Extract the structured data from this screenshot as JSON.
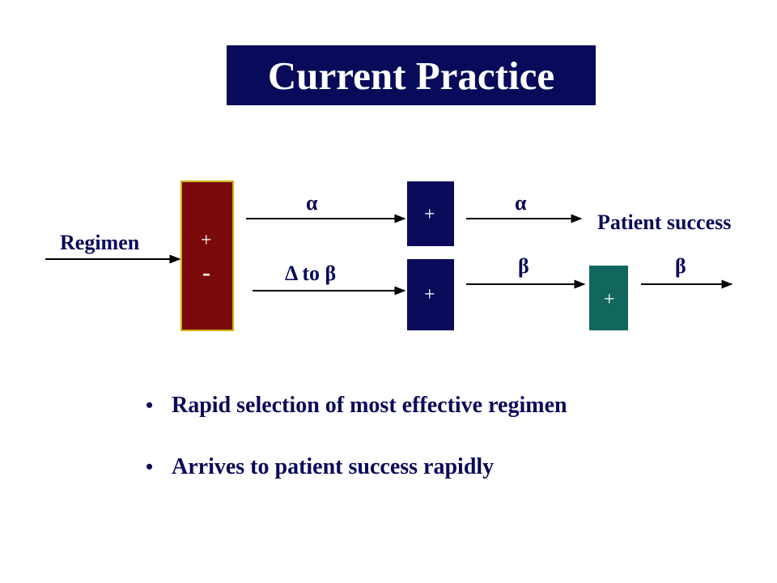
{
  "slide": {
    "title": "Current Practice"
  },
  "diagram": {
    "input_label": "Regimen",
    "output_label": "Patient success",
    "initial_box": {
      "plus": "+",
      "minus": "-"
    },
    "top_path": {
      "arrow1_label": "α",
      "box_sign": "+",
      "arrow2_label": "α"
    },
    "bottom_path": {
      "arrow1_label": "Δ to β",
      "box1_sign": "+",
      "arrow2_label": "β",
      "box2_sign": "+",
      "arrow3_label": "β"
    },
    "colors": {
      "initial_box": "#7a0a0a",
      "initial_box_border": "#c8b400",
      "navy_box": "#0a0a5a",
      "teal_box": "#11675e",
      "text": "#0a0a5a"
    }
  },
  "bullets": [
    "Rapid selection of most effective regimen",
    "Arrives to patient success rapidly"
  ]
}
